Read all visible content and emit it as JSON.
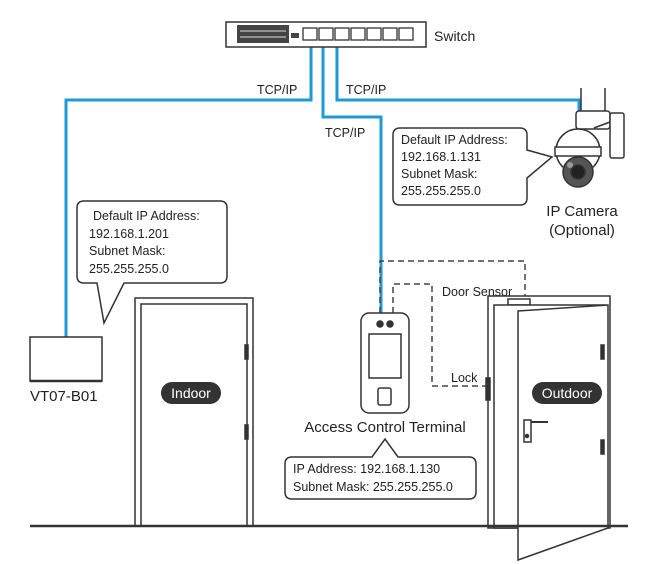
{
  "colors": {
    "network_line": "#1f9ad6",
    "outline": "#333333",
    "wire_dashed": "#444444",
    "pill_fill": "#333333"
  },
  "switch": {
    "label": "Switch",
    "icon": "network-switch-icon"
  },
  "links": {
    "indoor_link_label": "TCP/IP",
    "terminal_link_label": "TCP/IP",
    "camera_link_label": "TCP/IP"
  },
  "camera": {
    "icon": "ip-camera-icon",
    "name_line1": "IP Camera",
    "name_line2": "(Optional)",
    "callout": {
      "line1": "Default IP Address:",
      "line2": "192.168.1.131",
      "line3": "Subnet Mask:",
      "line4": "255.255.255.0"
    }
  },
  "indoor_monitor": {
    "icon": "indoor-monitor-icon",
    "name": "VT07-B01",
    "callout": {
      "line1": "Default IP Address:",
      "line2": "192.168.1.201",
      "line3": "Subnet Mask:",
      "line4": "255.255.255.0"
    }
  },
  "terminal": {
    "icon": "access-terminal-icon",
    "name": "Access Control Terminal",
    "callout": {
      "line1": "IP Address: 192.168.1.130",
      "line2": "Subnet Mask: 255.255.255.0"
    }
  },
  "wiring": {
    "door_sensor_label": "Door Sensor",
    "lock_label": "Lock"
  },
  "rooms": {
    "indoor_label": "Indoor",
    "outdoor_label": "Outdoor"
  }
}
